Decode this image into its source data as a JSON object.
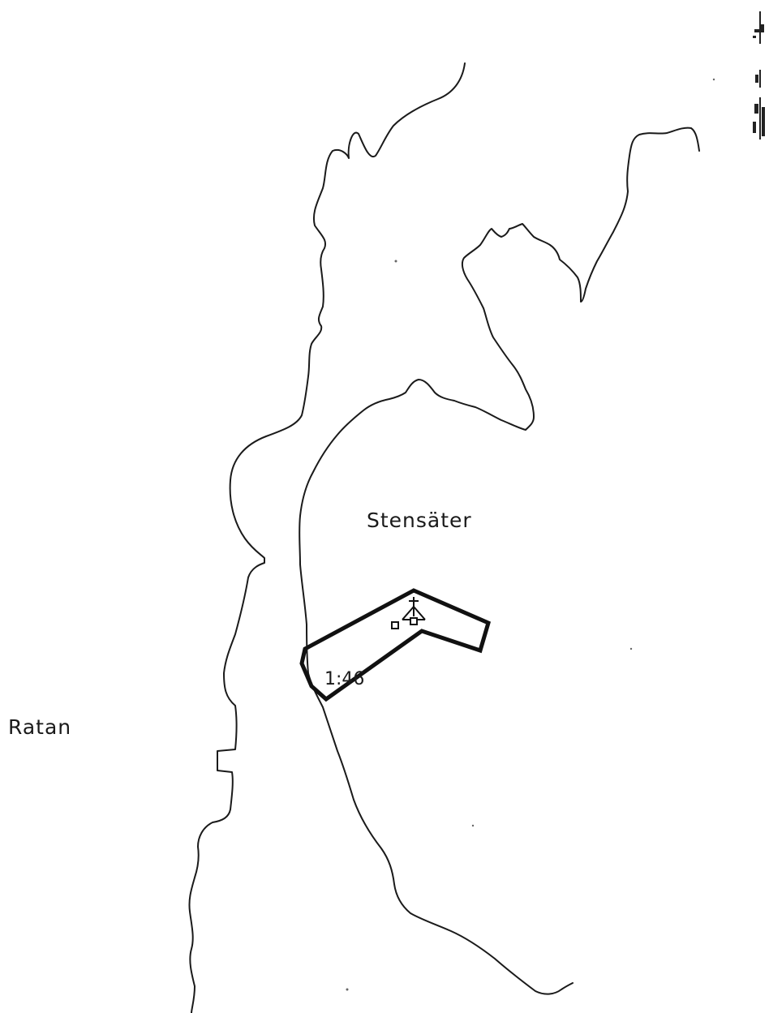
{
  "places": {
    "stensater": "Stensäter",
    "ratan": "Ratan"
  },
  "parcel": {
    "id": "1:46"
  },
  "colors": {
    "ink": "#1a1a1a",
    "paper": "#ffffff"
  },
  "icons": {
    "landmark": "church-symbol",
    "buildings": "building-squares",
    "corner_mark": "map-legend-marks"
  }
}
